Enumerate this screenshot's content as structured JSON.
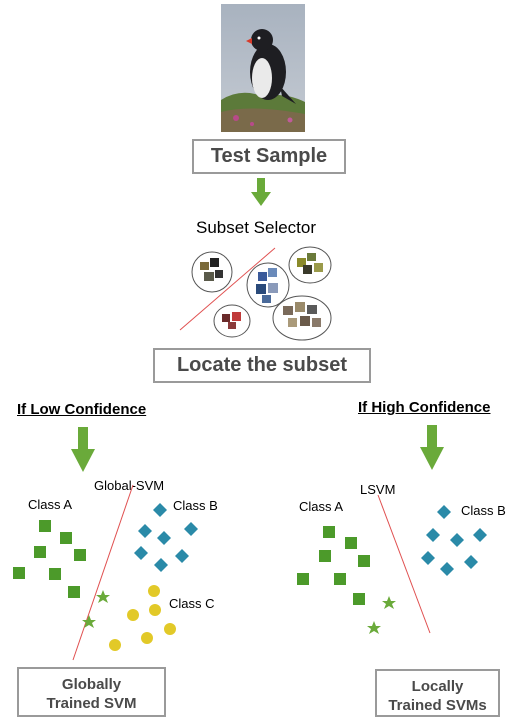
{
  "test_sample_label": "Test Sample",
  "subset_selector_label": "Subset Selector",
  "locate_subset_label": "Locate the subset",
  "left": {
    "header": "If Low Confidence",
    "model_label": "Global-SVM",
    "class_a": "Class A",
    "class_b": "Class B",
    "class_c": "Class C",
    "box_line1": "Globally",
    "box_line2": "Trained SVM"
  },
  "right": {
    "header": "If High Confidence",
    "model_label": "LSVM",
    "class_a": "Class A",
    "class_b": "Class B",
    "box_line1": "Locally",
    "box_line2": "Trained SVMs"
  },
  "colors": {
    "arrow": "#6aaa3a",
    "square": "#4c9a2a",
    "diamond": "#2a8aa8",
    "circle": "#e2c928",
    "star": "#6aaa3a",
    "line": "#e05050",
    "box_border": "#9a9a9a",
    "box_text": "#4a4a4a"
  },
  "icons": [
    "bird-photo",
    "down-arrow-icon",
    "cluster-thumbnail-icon",
    "square-marker",
    "diamond-marker",
    "circle-marker",
    "star-marker"
  ]
}
